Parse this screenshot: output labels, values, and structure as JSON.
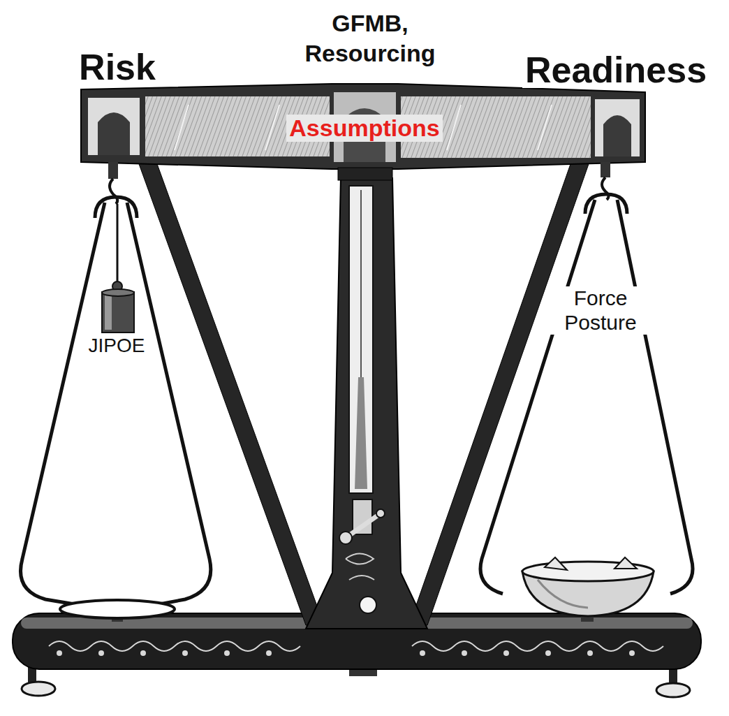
{
  "diagram": {
    "labels": [
      "GFMB, Resourcing",
      "Risk",
      "Readiness",
      "Assumptions",
      "JIPOE",
      "Force Posture"
    ]
  }
}
